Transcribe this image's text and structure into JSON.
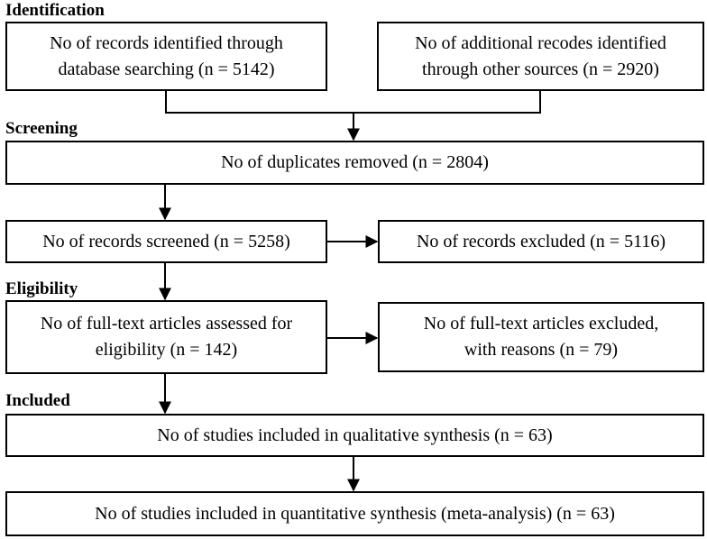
{
  "sections": {
    "identification": "Identification",
    "screening": "Screening",
    "eligibility": "Eligibility",
    "included": "Included"
  },
  "boxes": {
    "database_search": "No of records identified through\ndatabase searching (n = 5142)",
    "other_sources": "No of additional recodes identified\nthrough other sources (n = 2920)",
    "duplicates_removed": "No of duplicates removed (n = 2804)",
    "records_screened": "No of records screened (n = 5258)",
    "records_excluded": "No of records excluded (n = 5116)",
    "fulltext_assessed": "No of full-text articles assessed for\neligibility (n = 142)",
    "fulltext_excluded": "No of full-text articles excluded,\nwith reasons (n = 79)",
    "qualitative": "No of studies included in qualitative synthesis (n = 63)",
    "quantitative": "No of studies included in quantitative synthesis (meta-analysis) (n = 63)"
  }
}
